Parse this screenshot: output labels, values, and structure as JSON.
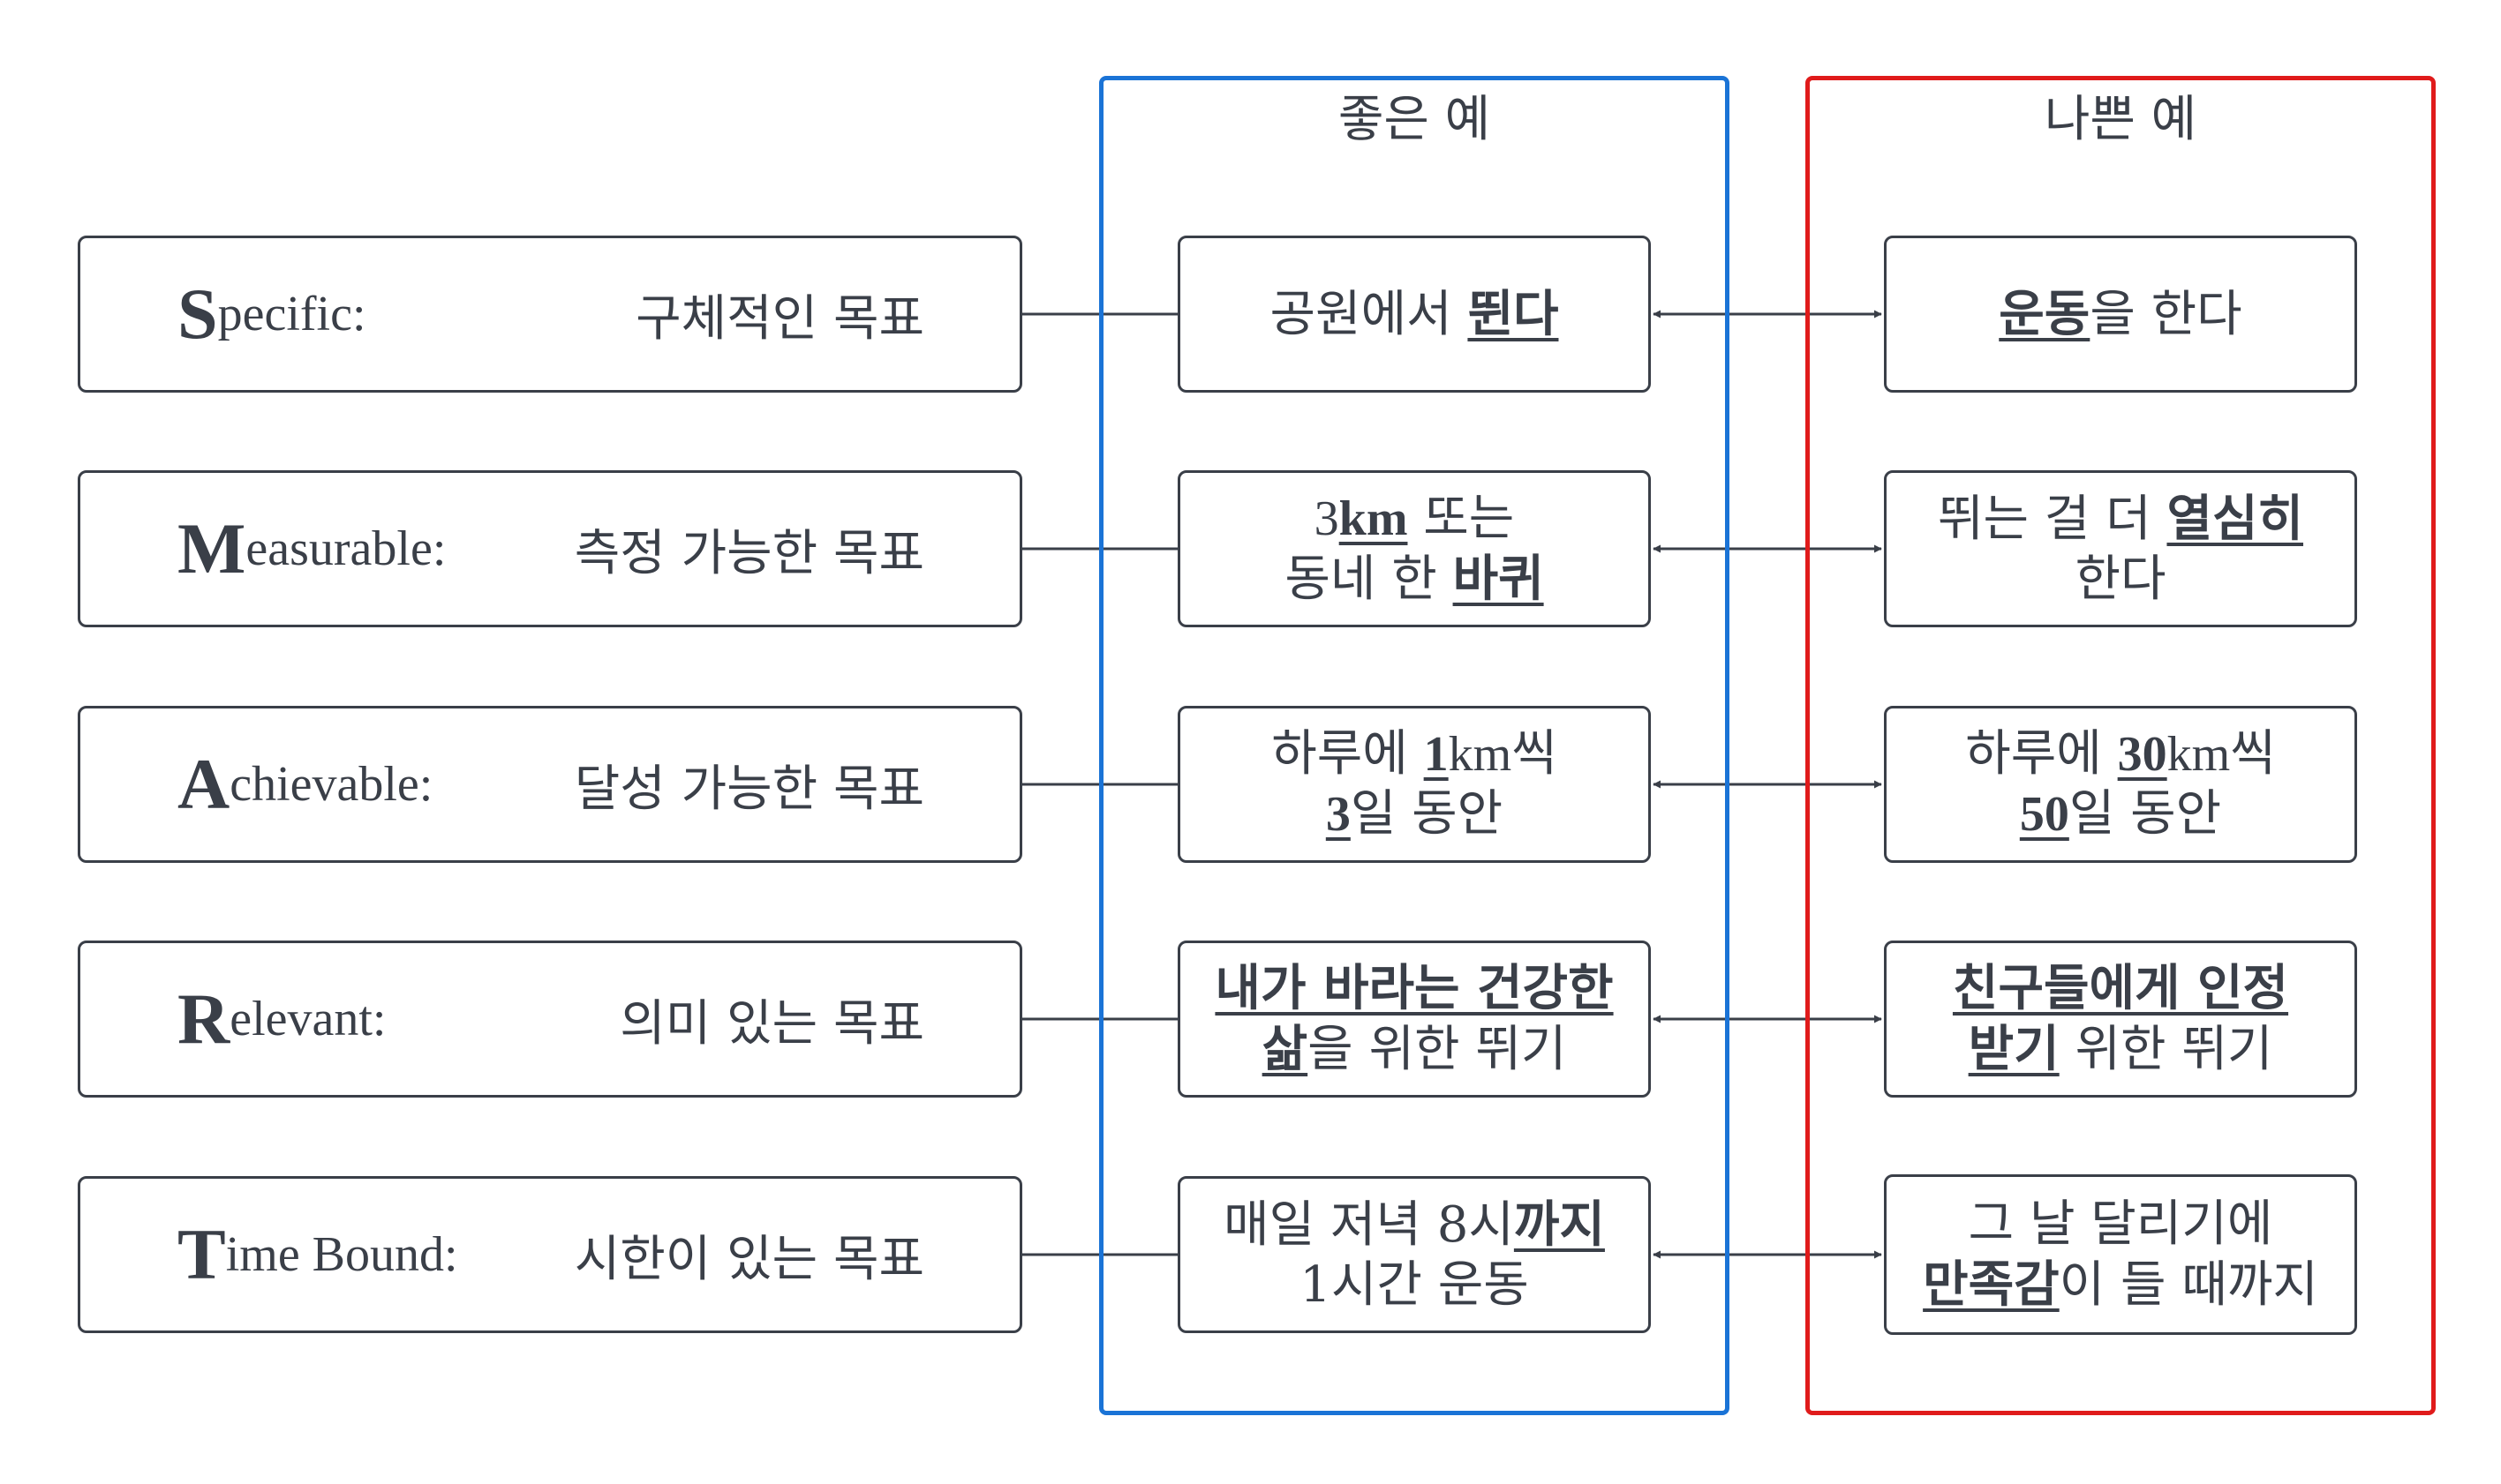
{
  "groups": {
    "good_title": "좋은 예",
    "bad_title": "나쁜 예"
  },
  "colors": {
    "good_border": "#1a73d6",
    "bad_border": "#e01b1b",
    "stroke": "#3a3f48"
  },
  "criteria": [
    {
      "cap": "S",
      "rest": "pecific:",
      "korean": "구체적인 목표"
    },
    {
      "cap": "M",
      "rest": "easurable:",
      "korean": "측정 가능한 목표"
    },
    {
      "cap": "A",
      "rest": "chievable:",
      "korean": "달성 가능한 목표"
    },
    {
      "cap": "R",
      "rest": "elevant:",
      "korean": "의미 있는 목표"
    },
    {
      "cap": "T",
      "rest": "ime Bound:",
      "korean": "시한이 있는 목표"
    }
  ],
  "good": {
    "specific": {
      "a": "공원에서 ",
      "b": "뛴다"
    },
    "measurable": {
      "a": "3",
      "b": "km",
      "c": " 또는",
      "d": "동네 한 ",
      "e": "바퀴"
    },
    "achievable": {
      "a": "하루에 ",
      "b": "1",
      "c": "km씩",
      "d": "3",
      "e": "일 동안"
    },
    "relevant": {
      "a": "내가 바라는 건강한",
      "b": "삶",
      "c": "을 위한 뛰기"
    },
    "time": {
      "a": "매일 저녁 8시",
      "b": "까지",
      "c": "1시간 운동"
    }
  },
  "bad": {
    "specific": {
      "a": "운동",
      "b": "을 한다"
    },
    "measurable": {
      "a": "뛰는 걸 더 ",
      "b": "열심히",
      "c": "한다"
    },
    "achievable": {
      "a": "하루에 ",
      "b": "30",
      "c": "km씩",
      "d": "50",
      "e": "일 동안"
    },
    "relevant": {
      "a": "친구들에게 인정",
      "b": "받기",
      "c": " 위한 뛰기"
    },
    "time": {
      "a": "그 날 달리기에",
      "b": "만족감",
      "c": "이 들 때까지"
    }
  }
}
